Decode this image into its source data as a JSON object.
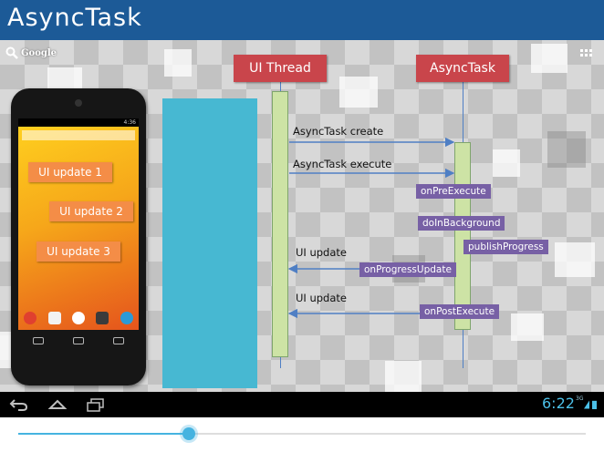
{
  "window": {
    "title": "AsyncTask"
  },
  "home": {
    "search_label": "Google",
    "search_icon": "search-icon",
    "apps_icon": "apps-grid-icon"
  },
  "phone": {
    "clock": "4:36",
    "updates": [
      "UI update 1",
      "UI update 2",
      "UI update 3"
    ]
  },
  "diagram": {
    "ui_thread": "UI Thread",
    "async_task": "AsyncTask",
    "messages": {
      "create": "AsyncTask create",
      "execute": "AsyncTask execute",
      "ui_update_1": "UI update",
      "ui_update_2": "UI update"
    },
    "methods": {
      "on_pre_execute": "onPreExecute",
      "do_in_background": "doInBackground",
      "publish_progress": "publishProgress",
      "on_progress_update": "onProgressUpdate",
      "on_post_execute": "onPostExecute"
    }
  },
  "system_bar": {
    "clock": "6:22",
    "status": "3G",
    "icons": [
      "back-icon",
      "home-icon",
      "recents-icon"
    ]
  },
  "player": {
    "progress_percent": 30
  },
  "colors": {
    "title_bar": "#1c5a97",
    "lifeline_header": "#c9454b",
    "method_label": "#7760a5",
    "activation": "#cde3a5",
    "blue_panel": "#47b8d2",
    "accent": "#45b3e0"
  }
}
